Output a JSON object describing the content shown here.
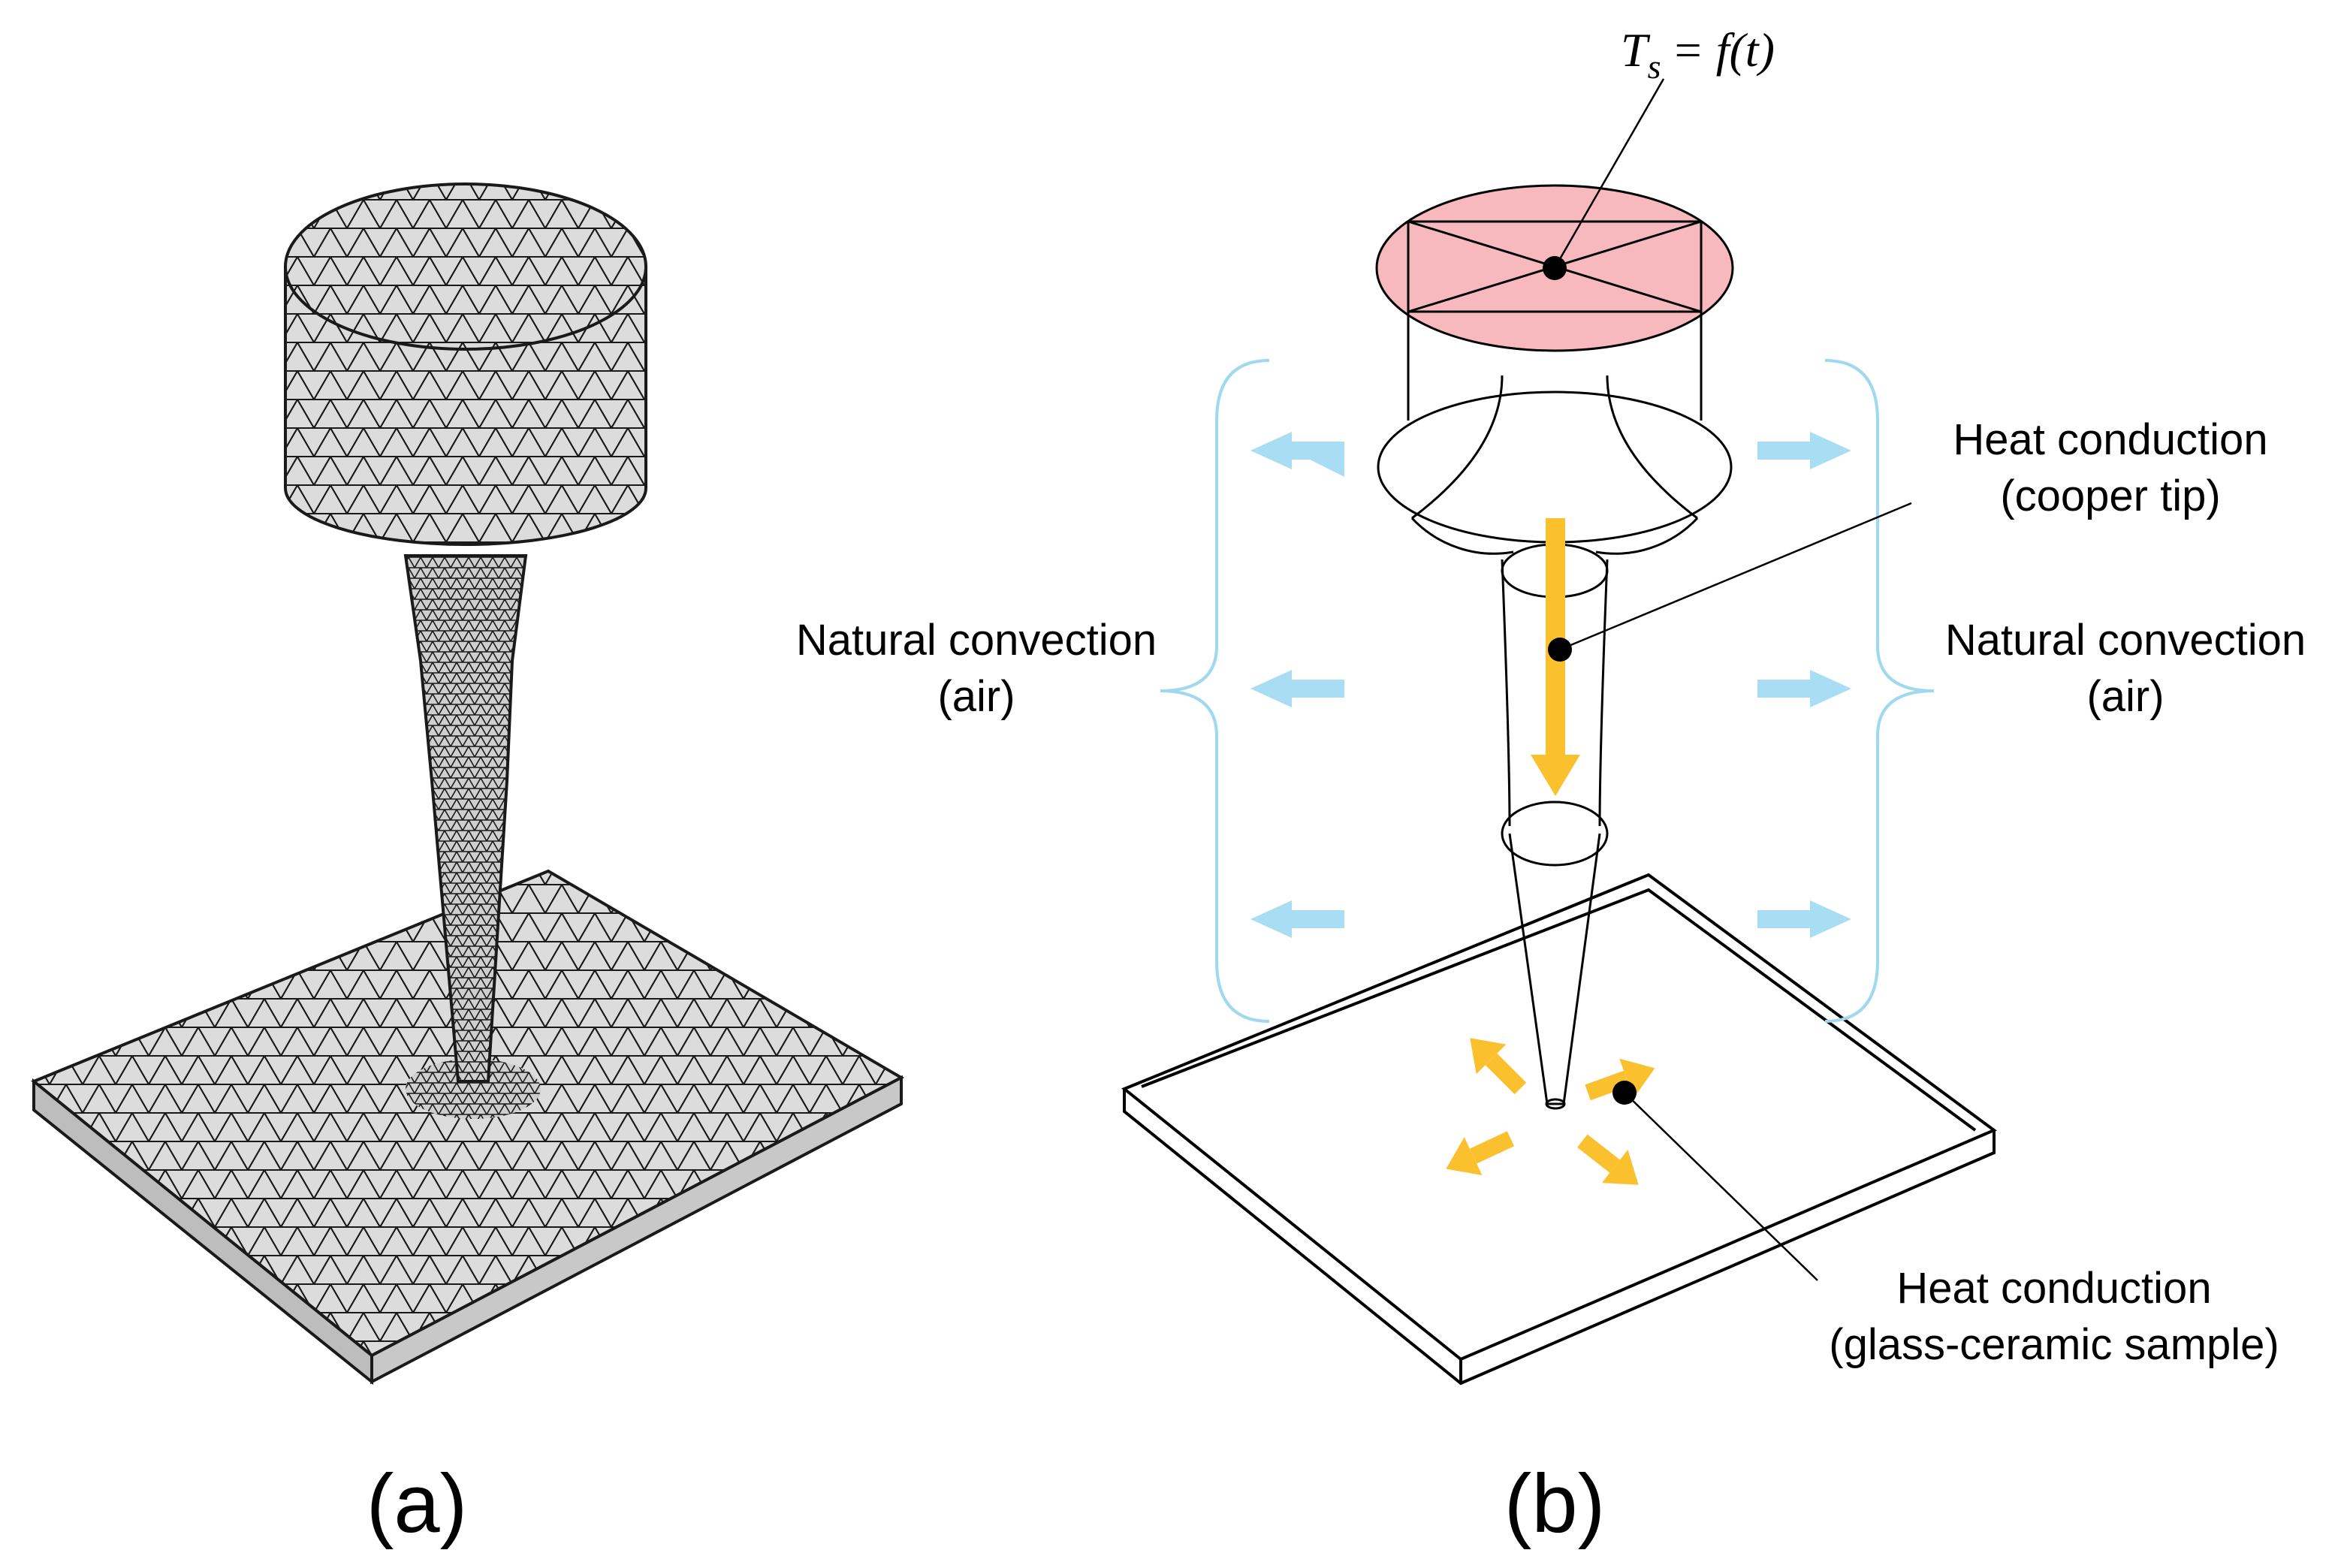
{
  "panel_a": {
    "caption": "(a)"
  },
  "panel_b": {
    "caption": "(b)",
    "equation": {
      "lhs": "T",
      "subscript": "s",
      "rhs": "= f(t)"
    },
    "label_tip": {
      "line1": "Heat conduction",
      "line2": "(cooper tip)"
    },
    "label_air_left": {
      "line1": "Natural convection",
      "line2": "(air)"
    },
    "label_air_right": {
      "line1": "Natural convection",
      "line2": "(air)"
    },
    "label_sample": {
      "line1": "Heat conduction",
      "line2": "(glass-ceramic sample)"
    }
  },
  "colors": {
    "mesh_fill": "#dcdcdc",
    "mesh_line": "#1a1a1a",
    "heated_surface": "#f7b9bd",
    "heat_arrow": "#fbc02d",
    "air_arrow": "#a9ddf3",
    "brace": "#9fd8ef"
  },
  "icons": [
    "mesh-model",
    "heat-arrow",
    "convection-arrow",
    "brace",
    "probe-dot"
  ]
}
